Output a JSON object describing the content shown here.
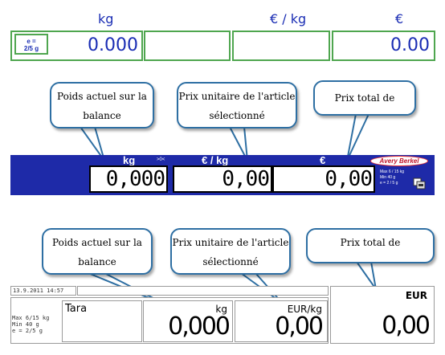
{
  "panel1": {
    "weight_unit": "kg",
    "unit_price_unit": "€ / kg",
    "total_unit": "€",
    "e_line1": "e =",
    "e_line2": "2/5 g",
    "weight_value": "0.000",
    "total_value": "0.00",
    "accent_color": "#4fa64f",
    "text_color": "#1a2db4"
  },
  "callouts_top": {
    "weight": "Poids actuel sur la balance",
    "unit_price": "Prix unitaire de l'article sélectionné",
    "total": "Prix total de"
  },
  "panel2": {
    "weight_unit": "kg",
    "zero_mark": ">0<",
    "unit_price_unit": "€ / kg",
    "total_unit": "€",
    "brand": "Avery Berkel",
    "weight_value": "0,000",
    "unit_price_value": "0,00",
    "total_value": "0,00",
    "spec_max": "Max 6 / 15 kg",
    "spec_min": "Min 40 g",
    "spec_e": "e = 2 / 5 g",
    "bar_color": "#1e2aa8"
  },
  "callouts_bottom": {
    "weight": "Poids actuel sur la balance",
    "unit_price": "Prix unitaire de l'article sélectionné",
    "total": "Prix total de"
  },
  "panel3": {
    "datetime": "13.9.2011  14:57",
    "spec_max": "Max  6/15 kg",
    "spec_min": "Min    40 g",
    "spec_e": "e  =   2/5 g",
    "tara_label": "Tara",
    "weight_unit": "kg",
    "unit_price_unit": "EUR/kg",
    "total_unit": "EUR",
    "weight_value": "0,000",
    "unit_price_value": "0,00",
    "total_value": "0,00"
  }
}
